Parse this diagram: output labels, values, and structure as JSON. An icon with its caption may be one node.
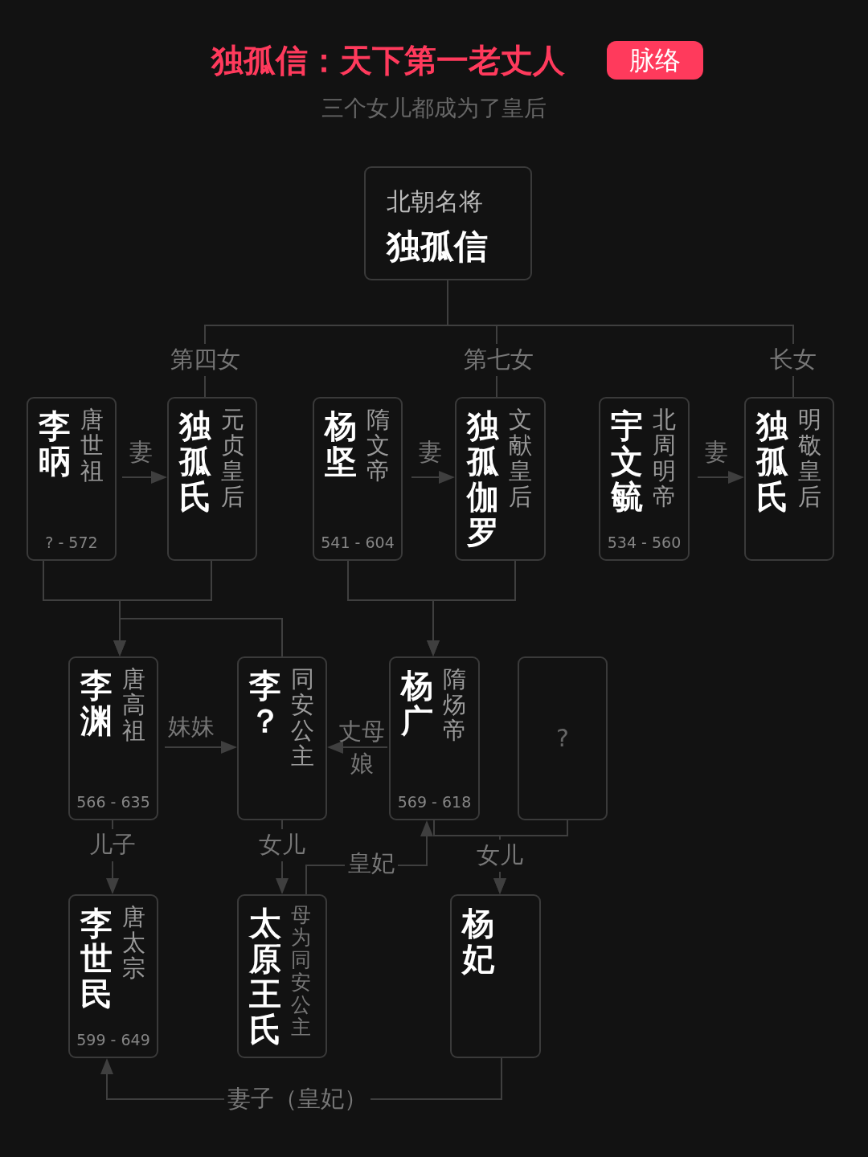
{
  "diagram": {
    "title": "独孤信：天下第一老丈人",
    "nodes": [
      {
        "text": [
          "北朝名将",
          "独孤信"
        ]
      },
      {
        "text": [
          "李昞",
          "唐世祖",
          "? - 572"
        ]
      },
      {
        "text": [
          "独孤氏",
          "元贞皇后"
        ]
      },
      {
        "text": [
          "杨坚",
          "隋文帝",
          "541 - 604"
        ]
      },
      {
        "text": [
          "独孤伽罗",
          "文献皇后"
        ]
      },
      {
        "text": [
          "宇文毓",
          "北周明帝",
          "534 - 560"
        ]
      },
      {
        "text": [
          "独孤氏",
          "明敬皇后"
        ]
      },
      {
        "text": [
          "李渊",
          "唐高祖",
          "566 - 635"
        ]
      },
      {
        "text": [
          "李？",
          "同安公主"
        ]
      },
      {
        "text": [
          "杨广",
          "隋炀帝",
          "569 - 618"
        ]
      },
      {
        "text": [
          "?"
        ]
      },
      {
        "text": [
          "李世民",
          "唐太宗",
          "599 - 649"
        ]
      },
      {
        "text": [
          "太原王氏",
          "母为同安公主"
        ]
      },
      {
        "text": [
          "杨妃"
        ]
      }
    ],
    "edges": [
      {
        "from": 0,
        "to": 2,
        "arrow": "none",
        "label": "第四女"
      },
      {
        "from": 0,
        "to": 4,
        "arrow": "none",
        "label": "第七女"
      },
      {
        "from": 0,
        "to": 6,
        "arrow": "none",
        "label": "长女"
      },
      {
        "from": 1,
        "to": 2,
        "arrow": "to",
        "label": "妻"
      },
      {
        "from": 3,
        "to": 4,
        "arrow": "to",
        "label": "妻"
      },
      {
        "from": 5,
        "to": 6,
        "arrow": "to",
        "label": "妻"
      },
      {
        "from": 1,
        "to": 7,
        "arrow": "to"
      },
      {
        "from": 2,
        "to": 7,
        "arrow": "to"
      },
      {
        "from": 1,
        "to": 8,
        "arrow": "none"
      },
      {
        "from": 2,
        "to": 8,
        "arrow": "none"
      },
      {
        "from": 3,
        "to": 9,
        "arrow": "to"
      },
      {
        "from": 4,
        "to": 9,
        "arrow": "to"
      },
      {
        "from": 7,
        "to": 8,
        "arrow": "to",
        "label": "妹妹"
      },
      {
        "from": 9,
        "to": 8,
        "arrow": "to",
        "label": "丈母娘"
      },
      {
        "from": 7,
        "to": 11,
        "arrow": "to",
        "label": "儿子"
      },
      {
        "from": 8,
        "to": 12,
        "arrow": "to",
        "label": "女儿"
      },
      {
        "from": 12,
        "to": 9,
        "arrow": "to",
        "label": "皇妃"
      },
      {
        "from": 9,
        "to": 13,
        "arrow": "to",
        "label": "女儿"
      },
      {
        "from": 10,
        "to": 13,
        "arrow": "to"
      },
      {
        "from": 13,
        "to": 11,
        "arrow": "to",
        "label": "妻子（皇妃）"
      }
    ],
    "labels": [
      "脉络",
      "三个女儿都成为了皇后"
    ]
  }
}
